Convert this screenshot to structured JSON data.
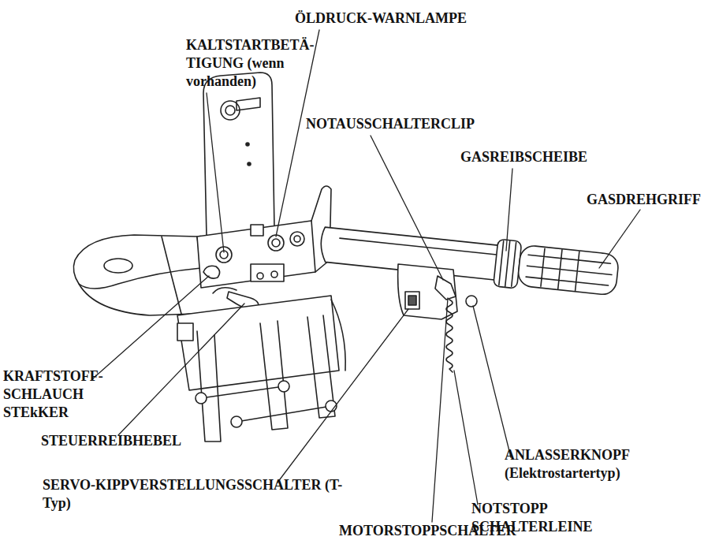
{
  "diagram": {
    "labels": [
      "ÖLDRUCK-WARNLAMPE",
      "KALTSTARTBETÄ- TIGUNG (wenn vorhanden)",
      "NOTAUSSCHALTERCLIP",
      "GASREIBSCHEIBE",
      "GASDREHGRIFF",
      "ANLASSERKNOPF (Elektrostartertyp)",
      "KRAFTSTOFF- SCHLAUCH STEkKER",
      "STEUERREIBHEBEL",
      "NOTSTOPP SCHALTERLEINE",
      "SERVO-KIPPVERSTELLUNGSSCHALTER (T-Typ)",
      "MOTORSTOPPSCHALTER"
    ]
  }
}
